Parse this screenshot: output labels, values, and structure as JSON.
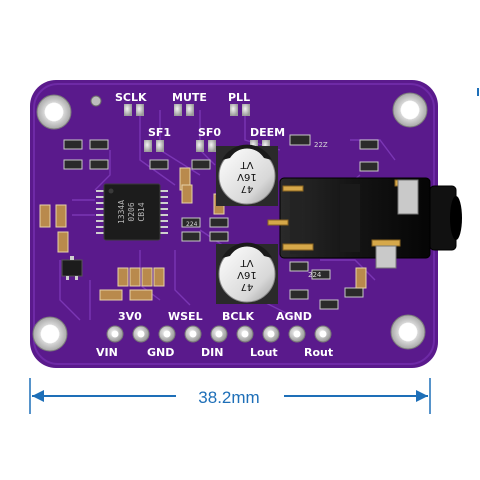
{
  "board": {
    "color": "#5a1a8c",
    "top_labels": [
      "SCLK",
      "MUTE",
      "PLL"
    ],
    "second_labels": [
      "SF1",
      "SF0",
      "DEEM"
    ],
    "header_row1_labels": [
      "3V0",
      "WSEL",
      "BCLK",
      "AGND"
    ],
    "header_row2_labels": [
      "VIN",
      "GND",
      "DIN",
      "Lout",
      "Rout"
    ],
    "ic_marking": [
      "1334A",
      "0206",
      "CB14"
    ],
    "capacitor_top": [
      "47",
      "16V",
      "VT"
    ],
    "capacitor_bottom": [
      "47",
      "16V",
      "VT"
    ],
    "small_part_labels": [
      "22Z",
      "224",
      "224"
    ]
  },
  "dimension": {
    "label": "38.2mm",
    "color": "#1e6fb8"
  }
}
